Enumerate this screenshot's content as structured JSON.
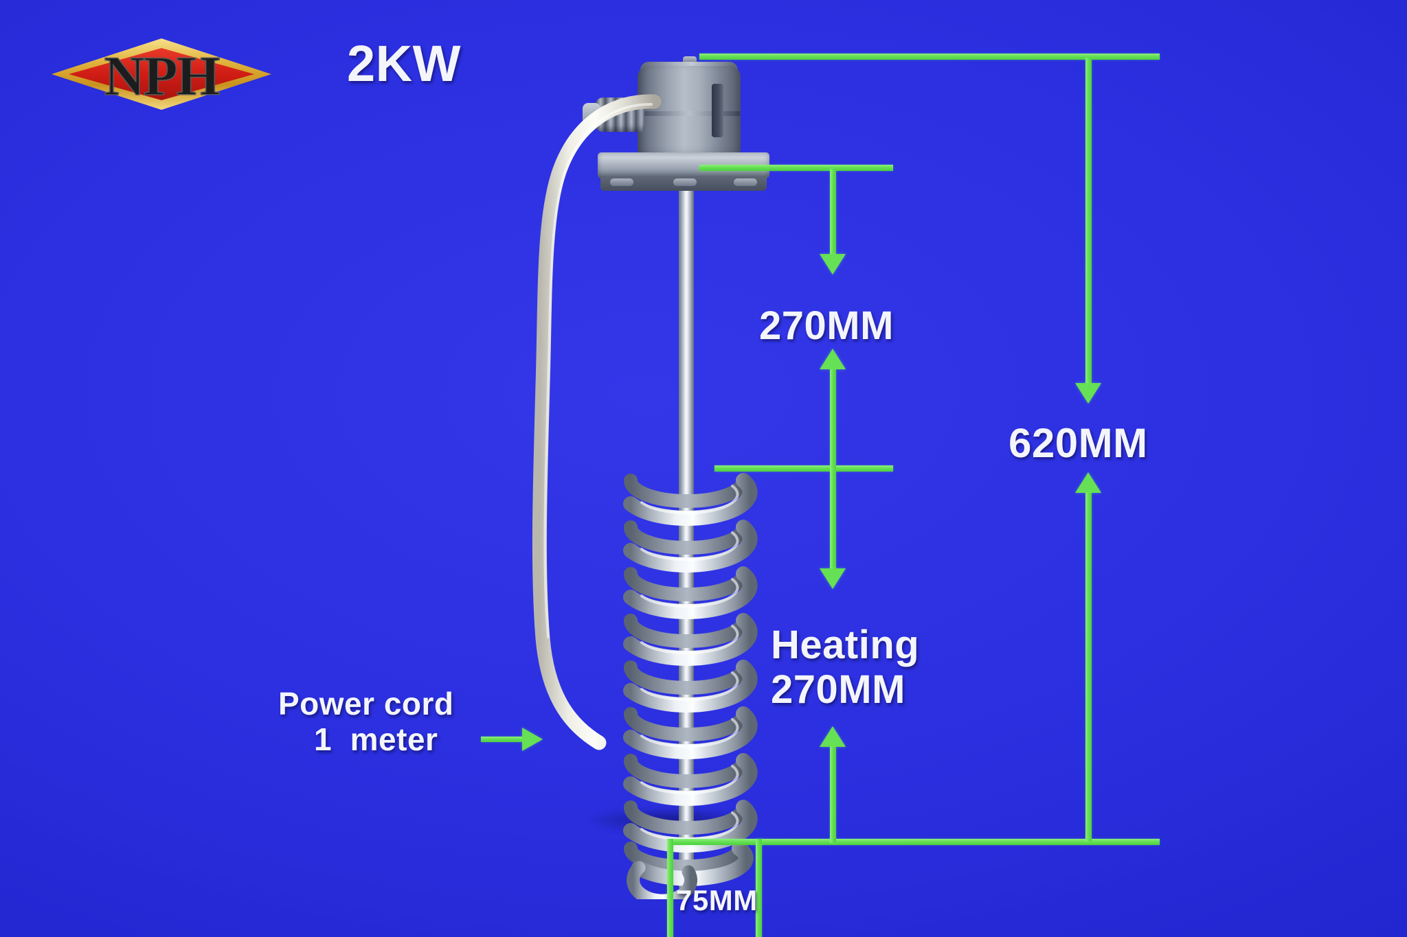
{
  "image": {
    "subject": "Immersion water heater element with junction box and coiled heating tube",
    "background_color": "#2a2ed8",
    "annotation_color": "#66e054",
    "text_color": "#f4f5fb"
  },
  "brand": {
    "logo_text": "NPH",
    "logo_shape": "diamond",
    "logo_fill_color": "#d42020",
    "logo_border_color": "#e8b53a"
  },
  "power_rating": {
    "label": "2KW"
  },
  "annotations": {
    "power_cord": {
      "line1": "Power cord",
      "line2": "1  meter",
      "arrow": "arrow-right-icon"
    },
    "upper_length": {
      "label": "270MM"
    },
    "heating_length": {
      "line1": "Heating",
      "line2": "270MM"
    },
    "total_length": {
      "label": "620MM"
    },
    "bottom_width": {
      "label": "75MM"
    }
  },
  "dimensions_list": [
    {
      "name": "cord-length",
      "value": "1  meter"
    },
    {
      "name": "upper-section",
      "value": "270MM"
    },
    {
      "name": "heating-section",
      "value": "270MM"
    },
    {
      "name": "total-length",
      "value": "620MM"
    },
    {
      "name": "coil-width",
      "value": "75MM"
    }
  ]
}
